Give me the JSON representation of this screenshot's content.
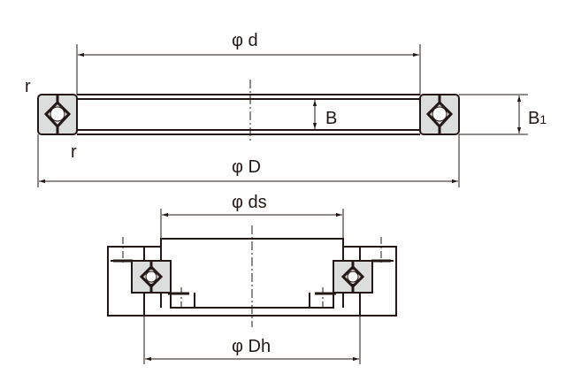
{
  "top_view": {
    "bore_label": "φ d",
    "outer_label": "φ D",
    "width_label": "B",
    "total_width_label": "B",
    "total_width_subscript": "1",
    "radius_label_top": "r",
    "radius_label_bottom": "r"
  },
  "mounting_view": {
    "shaft_label": "φ ds",
    "housing_label": "φ Dh"
  },
  "colors": {
    "line": "#231815",
    "section_fill": "#dcdddd"
  }
}
